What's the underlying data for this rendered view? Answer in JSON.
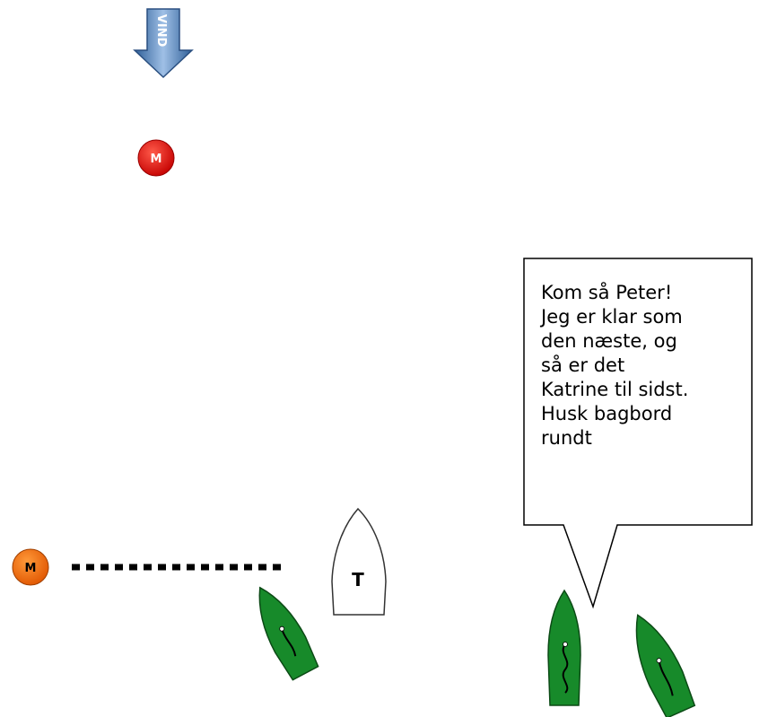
{
  "wind_label": "VIND",
  "mark_label": "M",
  "committee_boat_label": "T",
  "speech": {
    "lines": [
      "Kom så Peter!",
      "Jeg er klar som",
      "den næste, og",
      "så er det",
      "Katrine til sidst.",
      "Husk bagbord",
      "rundt"
    ]
  },
  "colors": {
    "wind_arrow": "#4a78b0",
    "windward_mark": "#e01818",
    "pin_mark": "#f06a10",
    "boat_green": "#178a2a",
    "committee_boat": "#ffffff"
  }
}
